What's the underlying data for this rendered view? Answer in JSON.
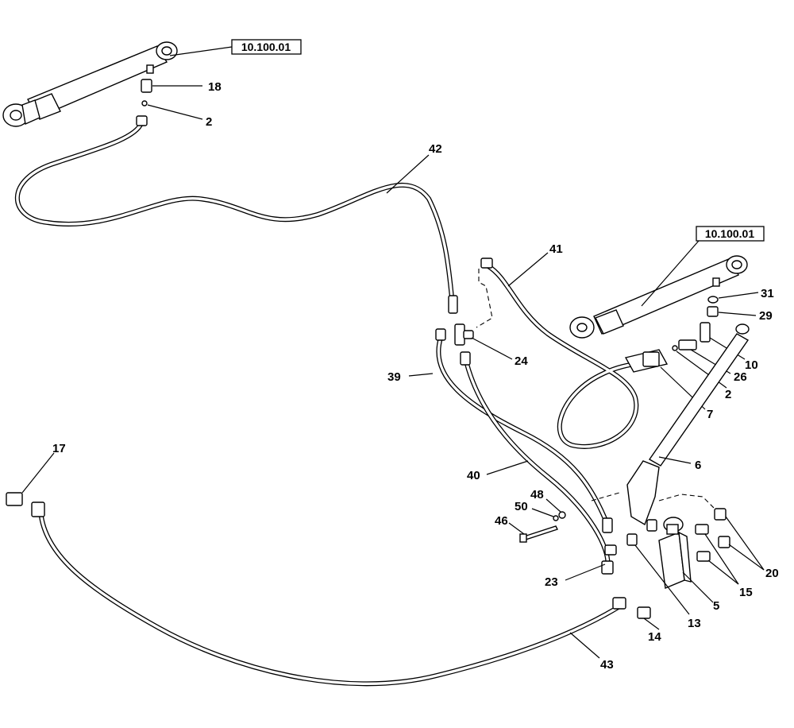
{
  "reference_labels": [
    "10.100.01",
    "10.100.01"
  ],
  "callouts": [
    "18",
    "2",
    "42",
    "41",
    "31",
    "29",
    "24",
    "10",
    "26",
    "2",
    "7",
    "39",
    "6",
    "17",
    "40",
    "48",
    "50",
    "46",
    "20",
    "15",
    "23",
    "5",
    "13",
    "14",
    "43"
  ]
}
